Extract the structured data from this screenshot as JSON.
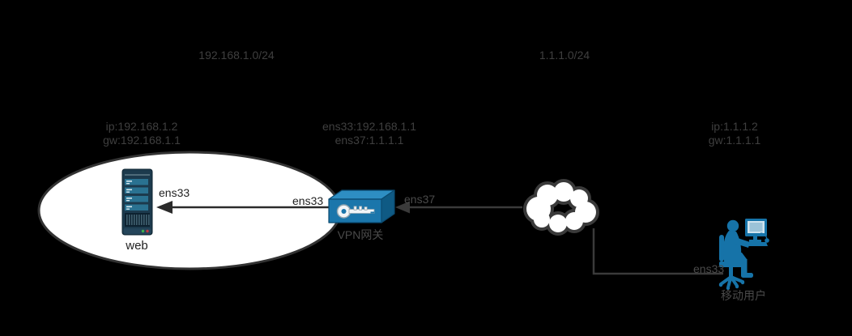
{
  "diagram": {
    "subnets": {
      "left": "192.168.1.0/24",
      "right": "1.1.1.0/24"
    },
    "web_server": {
      "name": "web",
      "ip": "ip:192.168.1.2",
      "gw": "gw:192.168.1.1",
      "interface": "ens33",
      "icon": "server-tower-icon"
    },
    "vpn_gateway": {
      "name": "VPN网关",
      "ens33_line": "ens33:192.168.1.1",
      "ens37_line": "ens37:1.1.1.1",
      "lan_interface": "ens33",
      "wan_interface": "ens37",
      "icon": "vpn-key-box-icon"
    },
    "internet_cloud": {
      "icon": "cloud-icon"
    },
    "mobile_user": {
      "name": "移动用户",
      "ip": "ip:1.1.1.2",
      "gw": "gw:1.1.1.1",
      "interface": "ens33",
      "icon": "person-at-computer-icon"
    },
    "colors": {
      "background": "#000000",
      "label_dim": "#3f3f3f",
      "label_gray": "#4a4a4a",
      "label_dark": "#1f1f1f",
      "link_line": "#3a3a3a",
      "arrow_dark": "#2b2b2b",
      "lan_ellipse_fill": "#ffffff",
      "lan_ellipse_border": "#333333",
      "device_blue": "#1b76ab",
      "server_navy": "#1c3a4d",
      "server_bay_teal": "#2a7291",
      "led_green": "#3faf4e",
      "led_red": "#c2383f"
    }
  }
}
